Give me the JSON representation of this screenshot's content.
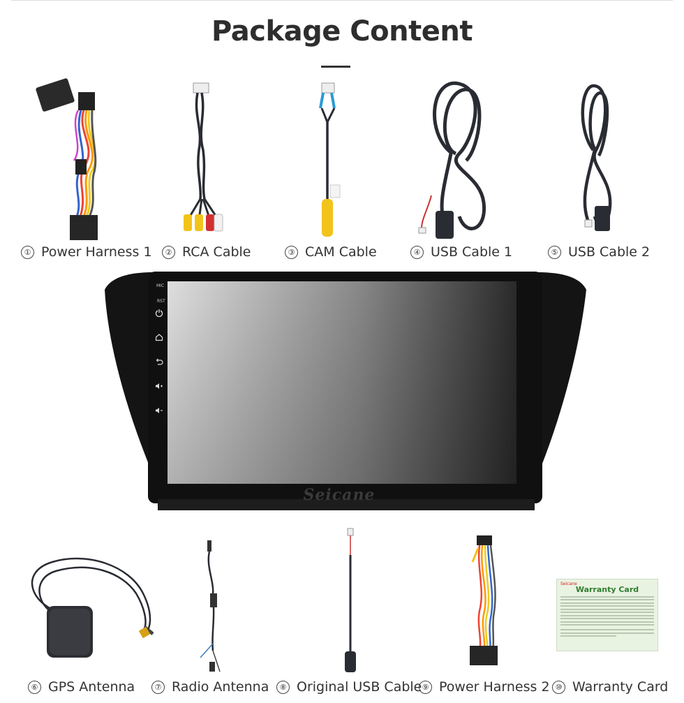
{
  "page": {
    "title": "Package Content"
  },
  "items": [
    {
      "number": "①",
      "label": "Power Harness 1"
    },
    {
      "number": "②",
      "label": "RCA Cable"
    },
    {
      "number": "③",
      "label": "CAM Cable"
    },
    {
      "number": "④",
      "label": "USB Cable 1"
    },
    {
      "number": "⑤",
      "label": "USB Cable 2"
    },
    {
      "number": "⑥",
      "label": "GPS Antenna"
    },
    {
      "number": "⑦",
      "label": "Radio Antenna"
    },
    {
      "number": "⑧",
      "label": "Original USB Cable"
    },
    {
      "number": "⑨",
      "label": "Power Harness 2"
    },
    {
      "number": "⑩",
      "label": "Warranty Card"
    }
  ],
  "head_unit": {
    "button_labels": {
      "mic": "MIC",
      "rst": "RST"
    },
    "brand": "Seicane",
    "side_icons": [
      "power-icon",
      "home-icon",
      "back-icon",
      "volume-up-icon",
      "volume-down-icon"
    ]
  },
  "warranty_card": {
    "brand": "Seicane",
    "title": "Warranty Card"
  },
  "colors": {
    "title": "#2e2e2e",
    "cable": "#2a2c33",
    "rca_yellow": "#f2c31a",
    "rca_red": "#d23030",
    "rca_white": "#f2f2f2",
    "warranty_green": "#2f7d2f"
  }
}
